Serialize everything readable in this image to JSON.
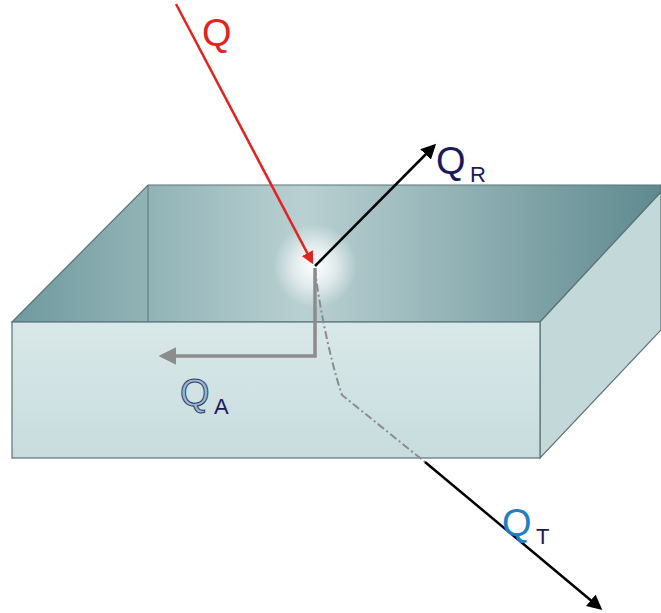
{
  "diagram": {
    "labels": [
      "Q",
      "Q",
      "R",
      "Q",
      "A",
      "Q",
      "T"
    ]
  }
}
